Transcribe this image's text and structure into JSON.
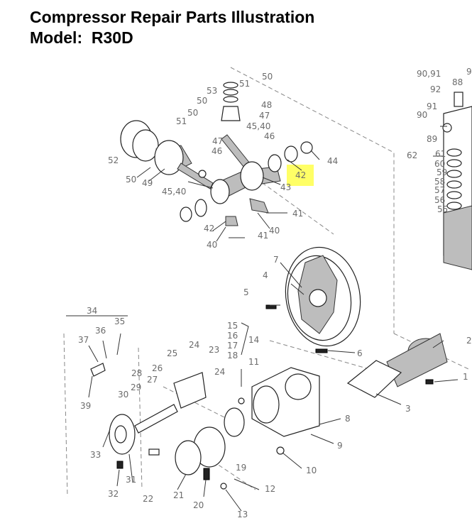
{
  "header": {
    "title": "Compressor Repair Parts Illustration",
    "model_line": "Model:  R30D"
  },
  "highlight": {
    "label": "42",
    "color": "#ffff66"
  },
  "callouts": [
    {
      "id": "c50a",
      "label": "50"
    },
    {
      "id": "c51a",
      "label": "51"
    },
    {
      "id": "c53",
      "label": "53"
    },
    {
      "id": "c50b",
      "label": "50"
    },
    {
      "id": "c48",
      "label": "48"
    },
    {
      "id": "c47a",
      "label": "47"
    },
    {
      "id": "c4540a",
      "label": "45,40"
    },
    {
      "id": "c46a",
      "label": "46"
    },
    {
      "id": "c50c",
      "label": "50"
    },
    {
      "id": "c51b",
      "label": "51"
    },
    {
      "id": "c47b",
      "label": "47"
    },
    {
      "id": "c46b",
      "label": "46"
    },
    {
      "id": "c52",
      "label": "52"
    },
    {
      "id": "c50d",
      "label": "50"
    },
    {
      "id": "c49",
      "label": "49"
    },
    {
      "id": "c4540b",
      "label": "45,40"
    },
    {
      "id": "c44",
      "label": "44"
    },
    {
      "id": "c43",
      "label": "43"
    },
    {
      "id": "c41a",
      "label": "41"
    },
    {
      "id": "c42b",
      "label": "42"
    },
    {
      "id": "c40a",
      "label": "40"
    },
    {
      "id": "c41b",
      "label": "41"
    },
    {
      "id": "c40b",
      "label": "40"
    },
    {
      "id": "c9091",
      "label": "90,91"
    },
    {
      "id": "c9",
      "label": "9"
    },
    {
      "id": "c92",
      "label": "92"
    },
    {
      "id": "c88",
      "label": "88"
    },
    {
      "id": "c91",
      "label": "91"
    },
    {
      "id": "c90",
      "label": "90"
    },
    {
      "id": "c89",
      "label": "89"
    },
    {
      "id": "c62",
      "label": "62"
    },
    {
      "id": "c61",
      "label": "61"
    },
    {
      "id": "c60",
      "label": "60"
    },
    {
      "id": "c59",
      "label": "59"
    },
    {
      "id": "c58",
      "label": "58"
    },
    {
      "id": "c57",
      "label": "57"
    },
    {
      "id": "c56",
      "label": "56"
    },
    {
      "id": "c55",
      "label": "55"
    },
    {
      "id": "c7",
      "label": "7"
    },
    {
      "id": "c4",
      "label": "4"
    },
    {
      "id": "c5",
      "label": "5"
    },
    {
      "id": "c6",
      "label": "6"
    },
    {
      "id": "c2",
      "label": "2"
    },
    {
      "id": "c1",
      "label": "1"
    },
    {
      "id": "c3",
      "label": "3"
    },
    {
      "id": "c34",
      "label": "34"
    },
    {
      "id": "c36",
      "label": "36"
    },
    {
      "id": "c35",
      "label": "35"
    },
    {
      "id": "c37",
      "label": "37"
    },
    {
      "id": "c39",
      "label": "39"
    },
    {
      "id": "c15",
      "label": "15"
    },
    {
      "id": "c16",
      "label": "16"
    },
    {
      "id": "c17",
      "label": "17"
    },
    {
      "id": "c18",
      "label": "18"
    },
    {
      "id": "c14",
      "label": "14"
    },
    {
      "id": "c11",
      "label": "11"
    },
    {
      "id": "c25",
      "label": "25"
    },
    {
      "id": "c24a",
      "label": "24"
    },
    {
      "id": "c23",
      "label": "23"
    },
    {
      "id": "c24b",
      "label": "24"
    },
    {
      "id": "c26",
      "label": "26"
    },
    {
      "id": "c28",
      "label": "28"
    },
    {
      "id": "c27",
      "label": "27"
    },
    {
      "id": "c29",
      "label": "29"
    },
    {
      "id": "c30",
      "label": "30"
    },
    {
      "id": "c8",
      "label": "8"
    },
    {
      "id": "c9b",
      "label": "9"
    },
    {
      "id": "c10",
      "label": "10"
    },
    {
      "id": "c33",
      "label": "33"
    },
    {
      "id": "c31",
      "label": "31"
    },
    {
      "id": "c32",
      "label": "32"
    },
    {
      "id": "c22",
      "label": "22"
    },
    {
      "id": "c21",
      "label": "21"
    },
    {
      "id": "c20",
      "label": "20"
    },
    {
      "id": "c19",
      "label": "19"
    },
    {
      "id": "c12",
      "label": "12"
    },
    {
      "id": "c13",
      "label": "13"
    }
  ]
}
